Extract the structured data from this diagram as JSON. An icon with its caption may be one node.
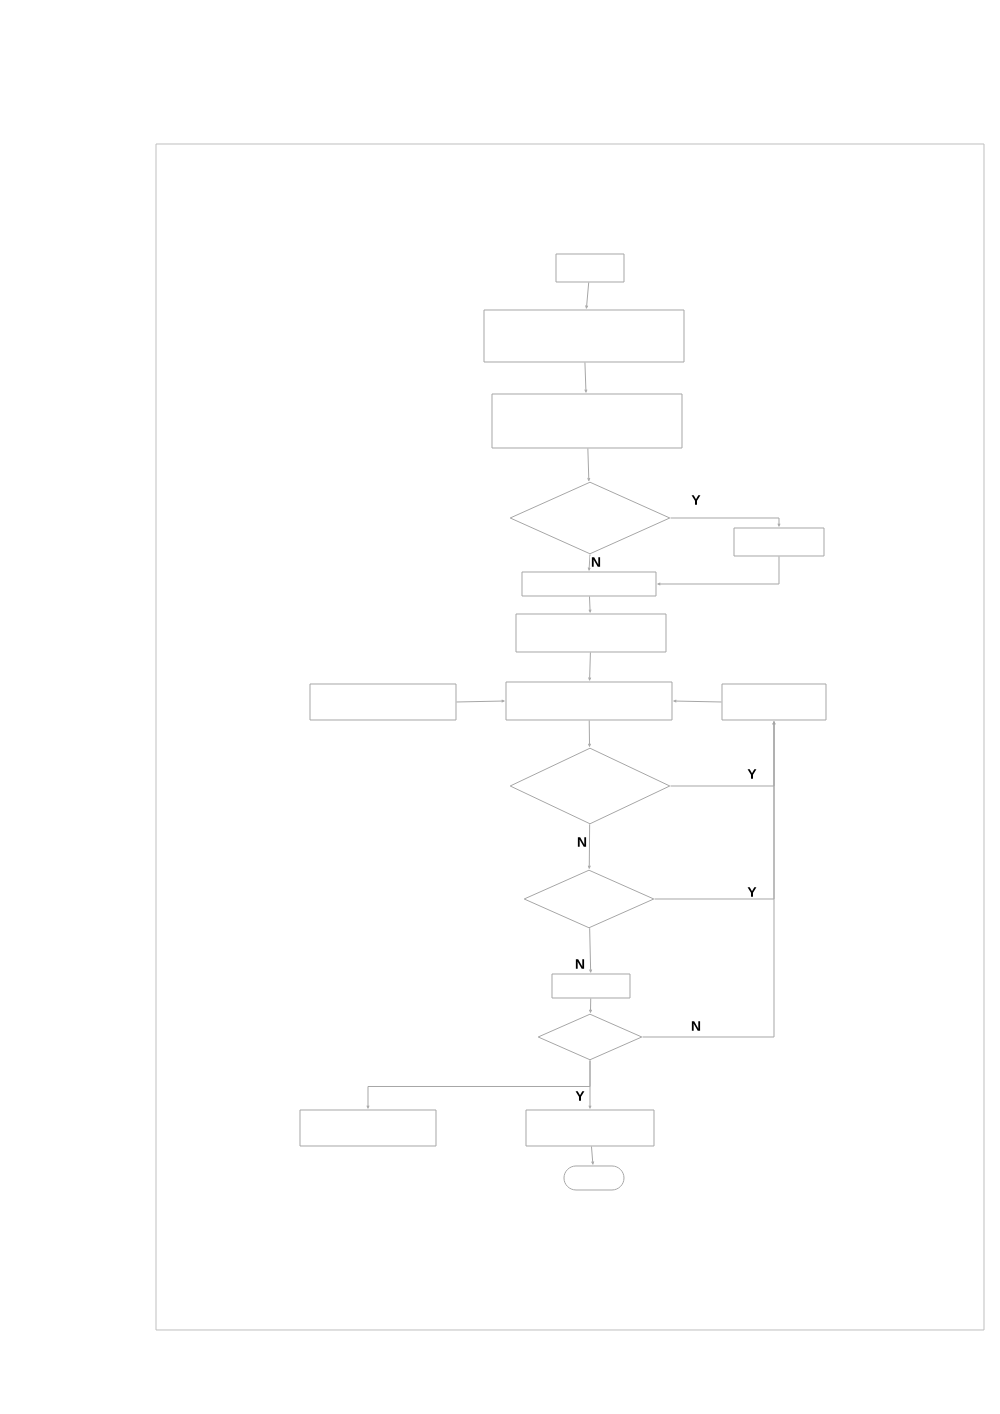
{
  "diagram": {
    "nodes": [
      {
        "text": [],
        "shape": "hexagon"
      },
      {
        "text": [],
        "shape": "box"
      },
      {
        "text": [],
        "shape": "box"
      },
      {
        "text": [],
        "shape": "diamond"
      },
      {
        "text": [],
        "shape": "box"
      },
      {
        "text": [],
        "shape": "box"
      },
      {
        "text": [],
        "shape": "box"
      },
      {
        "text": [],
        "shape": "box"
      },
      {
        "text": [],
        "shape": "box"
      },
      {
        "text": [],
        "shape": "box"
      },
      {
        "text": [],
        "shape": "diamond"
      },
      {
        "text": [],
        "shape": "diamond"
      },
      {
        "text": [],
        "shape": "box"
      },
      {
        "text": [],
        "shape": "diamond"
      },
      {
        "text": [],
        "shape": "box"
      },
      {
        "text": [],
        "shape": "box"
      },
      {
        "text": [],
        "shape": "oval"
      }
    ],
    "edges": [
      {
        "from": 0,
        "to": 1,
        "arrow": "to"
      },
      {
        "from": 1,
        "to": 2,
        "arrow": "to"
      },
      {
        "from": 2,
        "to": 3,
        "arrow": "to"
      },
      {
        "from": 3,
        "to": 4,
        "arrow": "to",
        "label": "Y"
      },
      {
        "from": 3,
        "to": 5,
        "arrow": "to",
        "label": "N"
      },
      {
        "from": 4,
        "to": 5,
        "arrow": "to"
      },
      {
        "from": 5,
        "to": 6,
        "arrow": "to"
      },
      {
        "from": 6,
        "to": 8,
        "arrow": "to"
      },
      {
        "from": 7,
        "to": 8,
        "arrow": "to"
      },
      {
        "from": 9,
        "to": 8,
        "arrow": "to"
      },
      {
        "from": 8,
        "to": 10,
        "arrow": "to"
      },
      {
        "from": 10,
        "to": 9,
        "arrow": "to",
        "label": "Y"
      },
      {
        "from": 10,
        "to": 11,
        "arrow": "to",
        "label": "N"
      },
      {
        "from": 11,
        "to": 9,
        "arrow": "to",
        "label": "Y"
      },
      {
        "from": 11,
        "to": 12,
        "arrow": "to",
        "label": "N"
      },
      {
        "from": 12,
        "to": 13,
        "arrow": "to"
      },
      {
        "from": 13,
        "to": 9,
        "arrow": "to",
        "label": "N"
      },
      {
        "from": 13,
        "to": 15,
        "arrow": "to",
        "label": "Y"
      },
      {
        "from": 13,
        "to": 14,
        "arrow": "to"
      },
      {
        "from": 15,
        "to": 16,
        "arrow": "to"
      }
    ]
  }
}
